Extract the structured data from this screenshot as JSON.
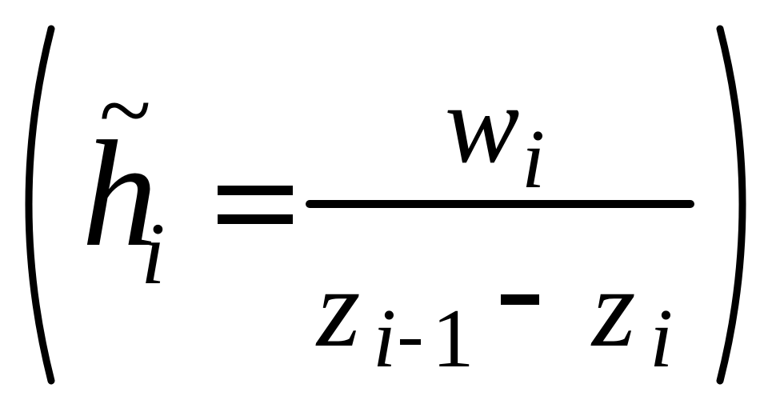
{
  "formula": {
    "lhs": {
      "symbol": "h",
      "accent": "~",
      "subscript": "i"
    },
    "equals": "=",
    "numerator": {
      "symbol": "w",
      "subscript": "i"
    },
    "denominator": {
      "term1": {
        "symbol": "z",
        "subscript_var": "i",
        "subscript_minus": "-",
        "subscript_num": "1"
      },
      "operator": "-",
      "term2": {
        "symbol": "z",
        "subscript": "i"
      }
    }
  }
}
